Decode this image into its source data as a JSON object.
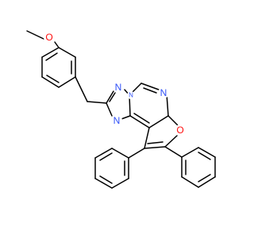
{
  "molecule": {
    "atoms": [
      {
        "id": "o_methoxy",
        "label": "O",
        "color": "#ff0d0d"
      },
      {
        "id": "n1",
        "label": "N",
        "color": "#3050f8"
      },
      {
        "id": "n2",
        "label": "N",
        "color": "#3050f8"
      },
      {
        "id": "n3",
        "label": "N",
        "color": "#3050f8"
      },
      {
        "id": "n4",
        "label": "N",
        "color": "#3050f8"
      },
      {
        "id": "o_furan",
        "label": "O",
        "color": "#ff0d0d"
      }
    ]
  }
}
